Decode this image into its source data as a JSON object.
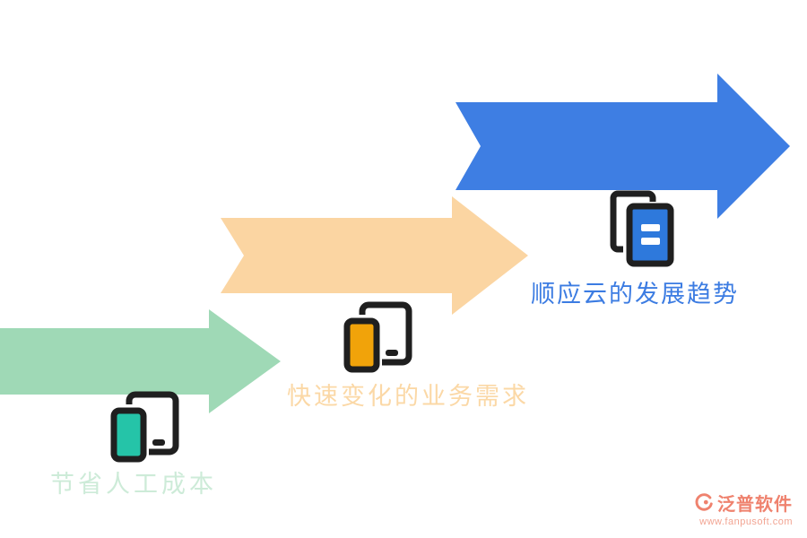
{
  "steps": [
    {
      "label": "节省人工成本",
      "icon": "phone-tablet-icon",
      "arrow_color": "#9fd9b6",
      "label_color": "#cdebd8",
      "accent_color": "#25c4a8"
    },
    {
      "label": "快速变化的业务需求",
      "icon": "phone-tablet-icon",
      "arrow_color": "#fbd5a2",
      "label_color": "#fbd8a6",
      "accent_color": "#f1a30a"
    },
    {
      "label": "顺应云的发展趋势",
      "icon": "documents-icon",
      "arrow_color": "#3e7ee3",
      "label_color": "#3c7ce2",
      "accent_color": "#2e79dc"
    }
  ],
  "logo": {
    "name": "泛普软件",
    "website": "www.fanpusoft.com",
    "color": "#ef826e"
  }
}
